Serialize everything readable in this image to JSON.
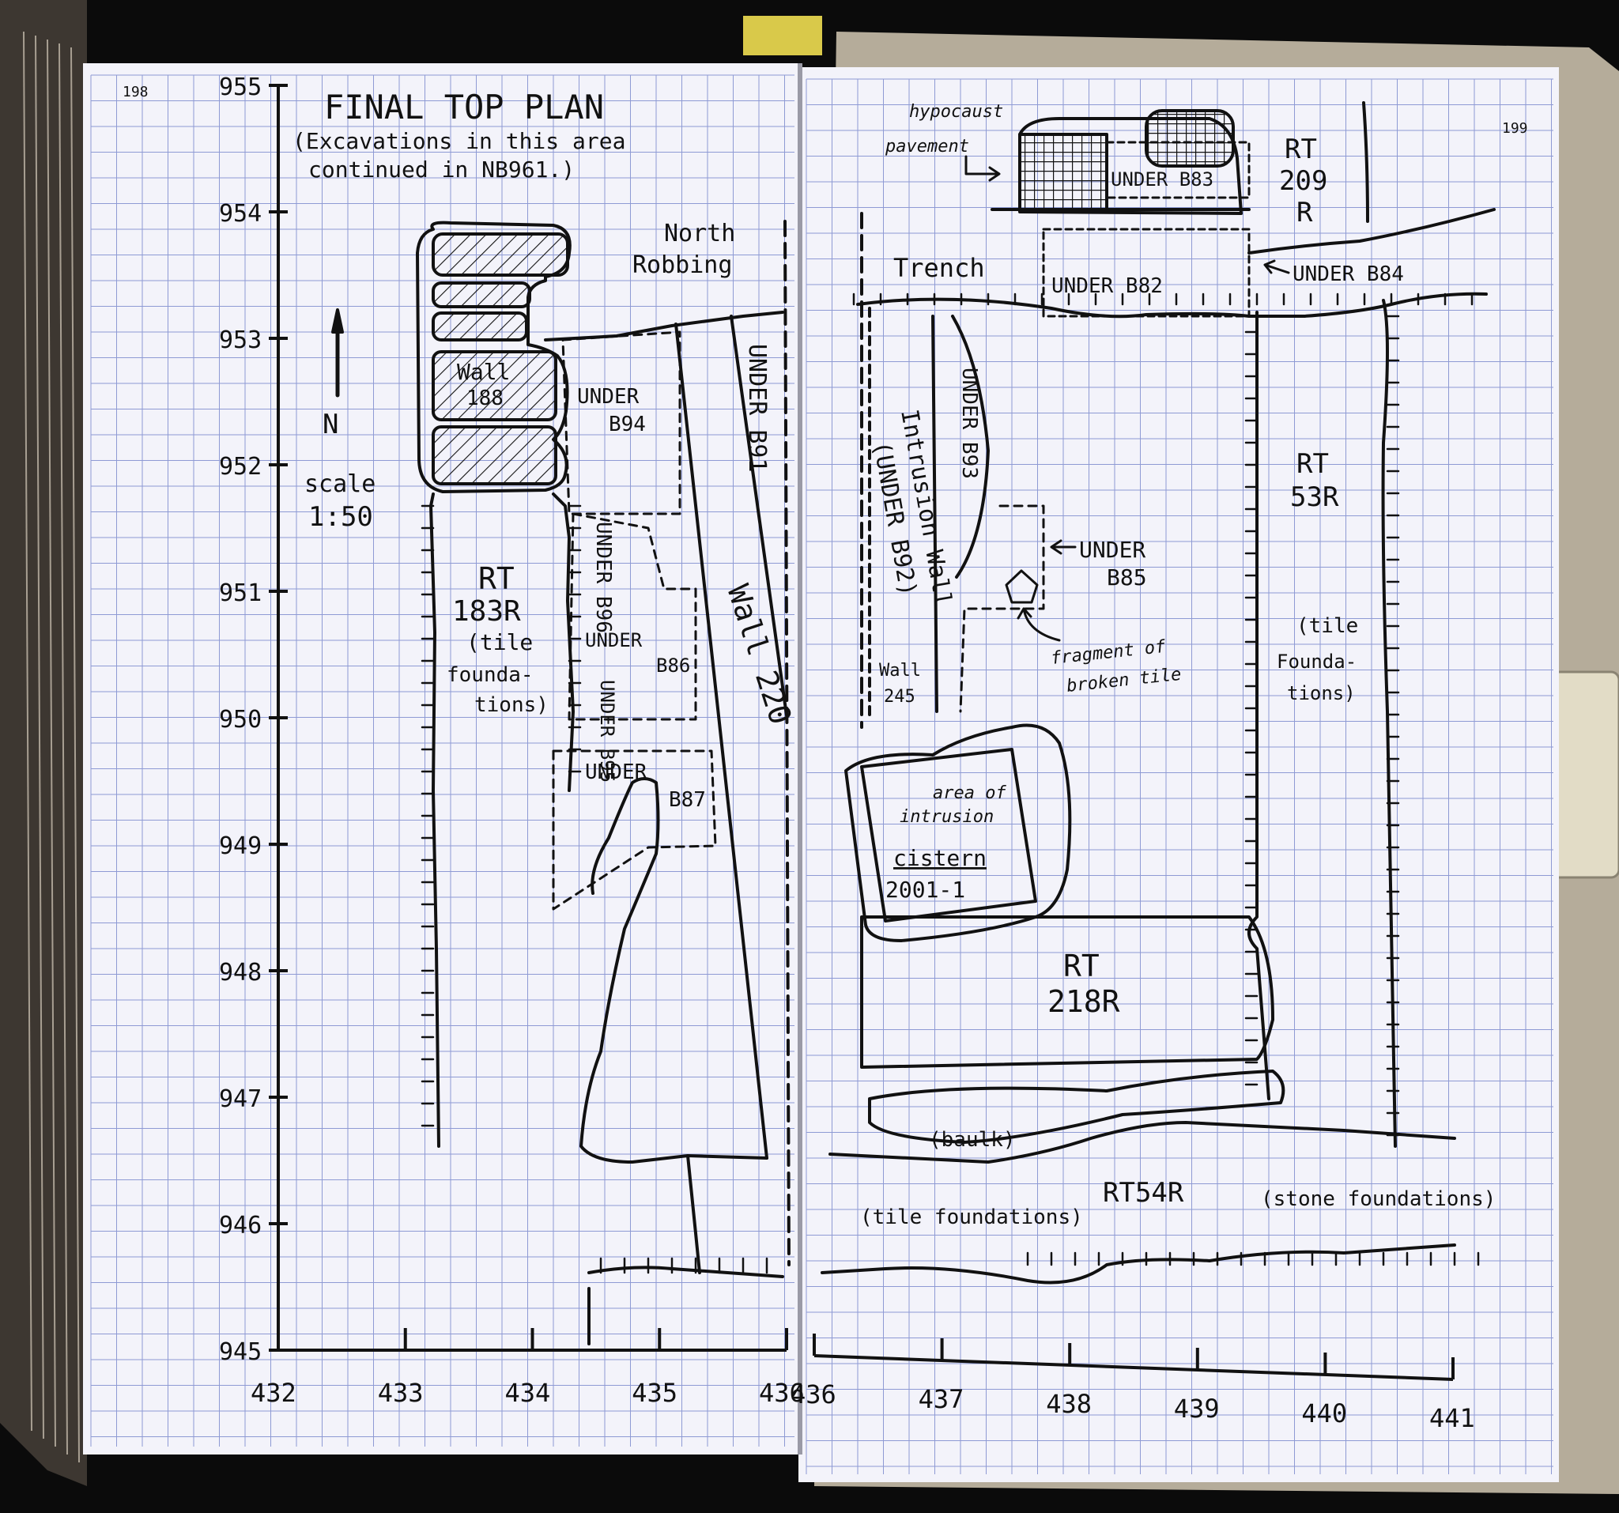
{
  "pages": {
    "left_number": "198",
    "right_number": "199"
  },
  "title": {
    "line1": "FINAL TOP PLAN",
    "line2": "(Excavations in this area",
    "line3": "continued in NB961.)"
  },
  "north_arrow": {
    "label": "N"
  },
  "scale": {
    "label": "scale",
    "value": "1:50"
  },
  "y_axis": {
    "ticks": [
      "955",
      "954",
      "953",
      "952",
      "951",
      "950",
      "949",
      "948",
      "947",
      "946",
      "945"
    ]
  },
  "x_axis_left": {
    "ticks": [
      "432",
      "433",
      "434",
      "435",
      "436"
    ]
  },
  "x_axis_right": {
    "ticks": [
      "436",
      "437",
      "438",
      "439",
      "440",
      "441"
    ]
  },
  "labels": {
    "north_robbing_1": "North",
    "north_robbing_2": "Robbing",
    "wall188_1": "Wall",
    "wall188_2": "188",
    "under_b94_1": "UNDER",
    "under_b94_2": "B94",
    "under_b91": "UNDER B91",
    "under_b96": "UNDER B96",
    "under_b86_1": "UNDER",
    "under_b86_2": "B86",
    "under_b95": "UNDER B95",
    "under_b87_1": "UNDER",
    "under_b87_2": "B87",
    "wall220": "Wall 220",
    "rt183_1": "RT",
    "rt183_2": "183R",
    "rt183_3": "(tile",
    "rt183_4": "founda-",
    "rt183_5": "tions)",
    "hypocaust_1": "hypocaust",
    "hypocaust_2": "pavement",
    "under_b83": "UNDER B83",
    "rt209_1": "RT",
    "rt209_2": "209",
    "rt209_3": "R",
    "trench": "Trench",
    "under_b82": "UNDER B82",
    "under_b84": "UNDER B84",
    "under_b93": "UNDER B93",
    "intrusion_1": "Intrusion Wall",
    "intrusion_2": "(UNDER B92)",
    "under_b85_1": "UNDER",
    "under_b85_2": "B85",
    "fragment_1": "fragment of",
    "fragment_2": "broken tile",
    "wall245_1": "Wall",
    "wall245_2": "245",
    "area_intrusion_1": "area of",
    "area_intrusion_2": "intrusion",
    "cistern_1": "cistern",
    "cistern_2": "2001-1",
    "rt53_1": "RT",
    "rt53_2": "53R",
    "rt53_3": "(tile",
    "rt53_4": "Founda-",
    "rt53_5": "tions)",
    "rt218_1": "RT",
    "rt218_2": "218R",
    "baulk": "(baulk)",
    "rt54r": "RT54R",
    "stone_foundations": "(stone foundations)",
    "tile_foundations": "(tile foundations)"
  }
}
